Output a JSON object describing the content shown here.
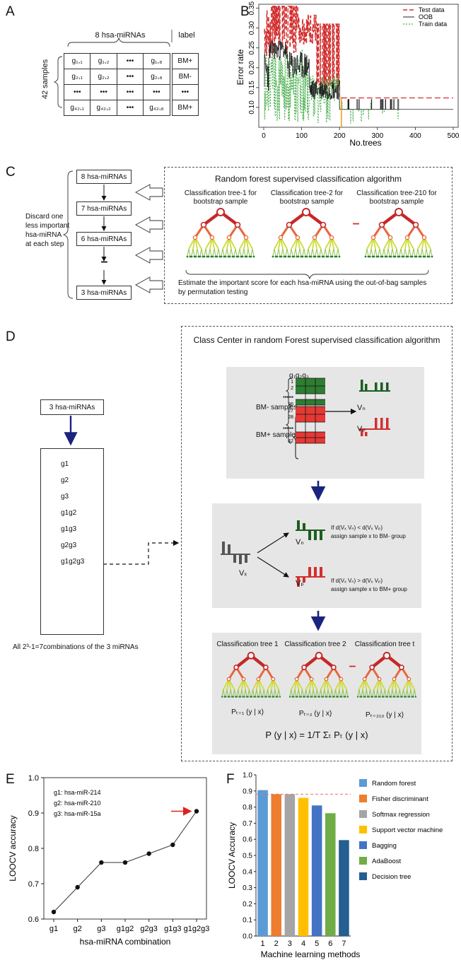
{
  "panels": {
    "a": "A",
    "b": "B",
    "c": "C",
    "d": "D",
    "e": "E",
    "f": "F"
  },
  "panelA": {
    "header": "8 hsa-miRNAs",
    "label_header": "label",
    "side_label": "42 samples",
    "rows": [
      {
        "cells": [
          "g₁,₁",
          "g₁,₂",
          "•••",
          "g₁,₈"
        ],
        "label": "BM+"
      },
      {
        "cells": [
          "g₂,₁",
          "g₂,₂",
          "•••",
          "g₂,₈"
        ],
        "label": "BM-"
      },
      {
        "cells": [
          "•••",
          "•••",
          "•••",
          "•••"
        ],
        "label": "•••"
      },
      {
        "cells": [
          "g₄₂,₁",
          "g₄₂,₂",
          "•••",
          "g₄₂,₈"
        ],
        "label": "BM+"
      }
    ]
  },
  "panelB": {
    "ylabel": "Error rate",
    "xlabel": "No.trees",
    "legend": [
      "Test data",
      "OOB",
      "Train data"
    ],
    "xticks": [
      "0",
      "100",
      "200",
      "300",
      "400",
      "500"
    ],
    "yticks": [
      "0.10",
      "0.15",
      "0.20",
      "0.25",
      "0.30",
      "0.35"
    ]
  },
  "panelC": {
    "steps": [
      "8 hsa-miRNAs",
      "7 hsa-miRNAs",
      "6 hsa-miRNAs",
      "••••••",
      "3 hsa-miRNAs"
    ],
    "discard": [
      "Discard one",
      "less important",
      "hsa-miRNA",
      "at each step"
    ],
    "title": "Random forest supervised classification algorithm",
    "tree_labels": [
      [
        "Classification tree-1 for",
        "bootstrap sample"
      ],
      [
        "Classification tree-2 for",
        "bootstrap sample"
      ],
      [
        "Classification tree-210 for",
        "bootstrap sample"
      ]
    ],
    "dots": "••••••",
    "note": [
      "Estimate the important score for each hsa-miRNA using the out-of-bag samples",
      "by permutation testing"
    ]
  },
  "panelD": {
    "title": "Class Center in random Forest supervised classification algorithm",
    "matrix_header": "g₁g₂g₃",
    "bm_minus": "BM- samples",
    "bm_plus": "BM+ samples",
    "row_nums": [
      "1",
      "2",
      "••••••",
      "26",
      "27",
      "28",
      "••••••",
      "42"
    ],
    "vn": "Vₙ",
    "vp": "Vₚ",
    "vx": "Vₓ",
    "rule1": [
      "If d(Vₓ Vₙ) < d(Vₓ Vₚ)",
      "assign sample x to BM- group"
    ],
    "rule2": [
      "If d(Vₓ Vₙ) > d(Vₓ Vₚ)",
      "assign sample x to BM+ group"
    ],
    "three": "3 hsa-miRNAs",
    "combos": [
      "g1",
      "g2",
      "g3",
      "g1g2",
      "g1g3",
      "g2g3",
      "g1g2g3"
    ],
    "all_combos": "All 2³-1=7combinations of the 3 miRNAs",
    "trees": [
      "Classification tree 1",
      "Classification tree 2",
      "Classification tree t"
    ],
    "probs": [
      "Pₜ₌₁ (y | x)",
      "Pₜ₌₂ (y | x)",
      "Pₜ₌₂₁₀ (y | x)"
    ],
    "dots": "••••••",
    "formula": "P (y | x) = 1/T Σₜ Pₜ (y | x)"
  },
  "chart_data": [
    {
      "type": "line",
      "title": "",
      "xlabel": "hsa-miRNA combination",
      "ylabel": "LOOCV accuracy",
      "categories": [
        "g1",
        "g2",
        "g3",
        "g1g2",
        "g2g3",
        "g1g3",
        "g1g2g3"
      ],
      "values": [
        0.62,
        0.69,
        0.76,
        0.76,
        0.785,
        0.81,
        0.905
      ],
      "ylim": [
        0.6,
        1.0
      ],
      "yticks": [
        "0.6",
        "0.7",
        "0.8",
        "0.9",
        "1.0"
      ],
      "annotations": [
        "g1: hsa-miR-214",
        "g2: hsa-miR-210",
        "g3: hsa-miR-15a"
      ],
      "arrow_color": "#e02020"
    },
    {
      "type": "bar",
      "title": "",
      "xlabel": "Machine learning methods",
      "ylabel": "LOOCV Accuracy",
      "categories": [
        "1",
        "2",
        "3",
        "4",
        "5",
        "6",
        "7"
      ],
      "values": [
        0.905,
        0.88,
        0.88,
        0.857,
        0.81,
        0.762,
        0.595
      ],
      "reference_line": 0.88,
      "ylim": [
        0,
        1.0
      ],
      "yticks": [
        "0.0",
        "0.1",
        "0.2",
        "0.3",
        "0.4",
        "0.5",
        "0.6",
        "0.7",
        "0.8",
        "0.9",
        "1.0"
      ],
      "legend": [
        "Random forest",
        "Fisher discriminant",
        "Softmax regression",
        "Support vector machine",
        "Bagging",
        "AdaBoost",
        "Decision tree"
      ],
      "colors": [
        "#5b9bd5",
        "#ed7d31",
        "#a5a5a5",
        "#ffc000",
        "#4472c4",
        "#70ad47",
        "#255e91"
      ]
    }
  ]
}
